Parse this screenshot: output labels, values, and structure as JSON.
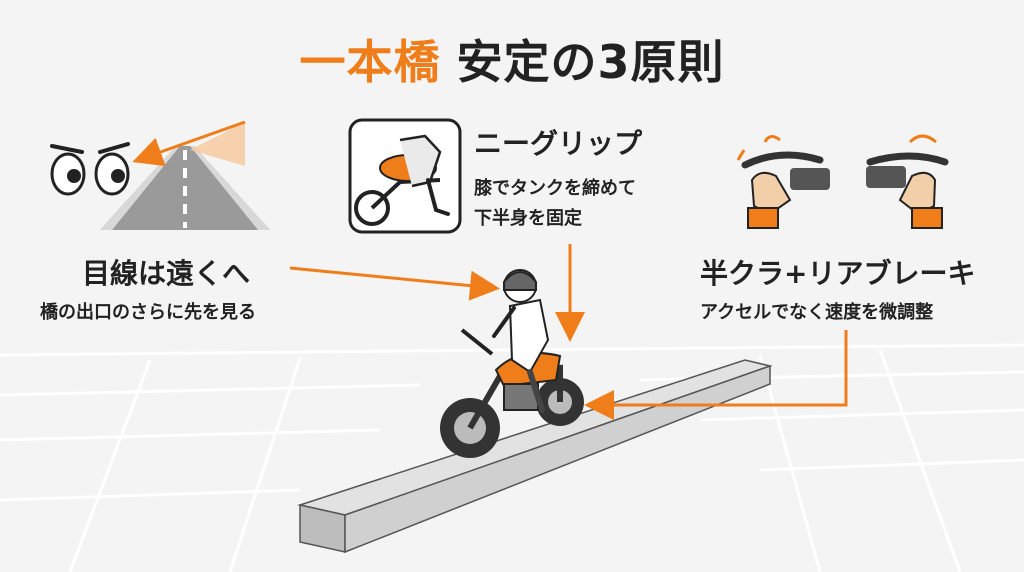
{
  "title": {
    "accent": "一本橋",
    "rest": "安定の3原則"
  },
  "principles": [
    {
      "heading": "目線は遠くへ",
      "description": "橋の出口のさらに先を見る",
      "icon": "eyes-icon"
    },
    {
      "heading": "ニーグリップ",
      "description_lines": [
        "膝でタンクを締めて",
        "下半身を固定"
      ],
      "icon": "knee-grip-icon"
    },
    {
      "heading": "半クラ+リアブレーキ",
      "description": "アクセルでなく速度を微調整",
      "icon": "clutch-brake-levers-icon"
    }
  ],
  "colors": {
    "accent": "#ef7d1a",
    "text": "#222222",
    "background": "#f4f4f4",
    "beam": "#c9c9c9"
  }
}
